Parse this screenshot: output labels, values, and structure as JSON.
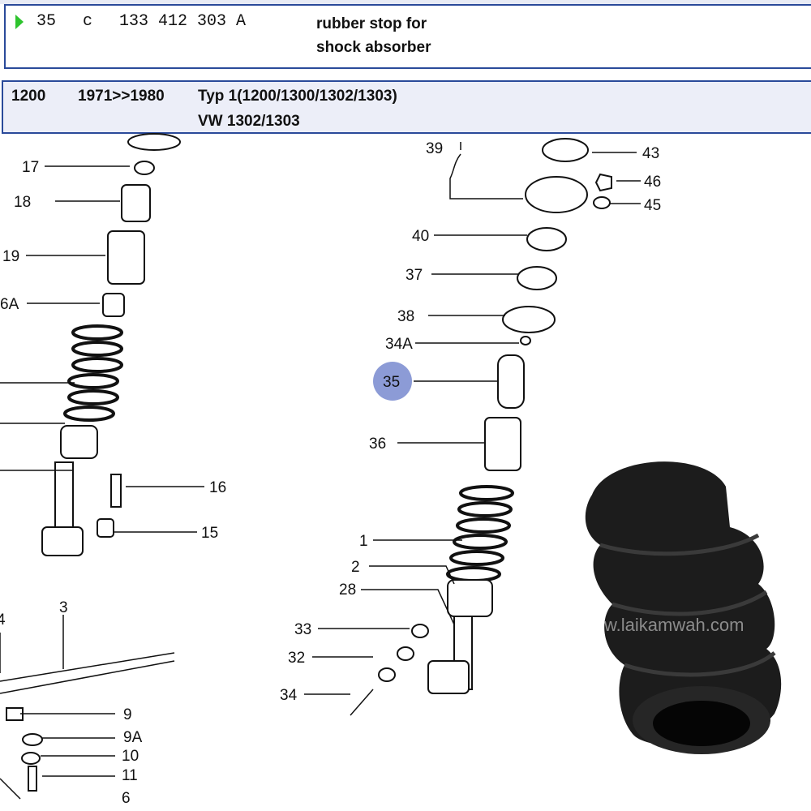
{
  "selected_part": {
    "position": "35",
    "code": "c",
    "part_number": "133 412 303 A",
    "description_line1": "rubber stop for",
    "description_line2": "shock absorber"
  },
  "model_info": {
    "engine": "1200",
    "years": "1971>>1980",
    "type_line1": "Typ 1(1200/1300/1302/1303)",
    "type_line2": "VW 1302/1303"
  },
  "diagram": {
    "left_labels": [
      "17",
      "18",
      "19",
      "6A",
      "16",
      "15",
      "3",
      "4",
      "9",
      "9A",
      "10",
      "11",
      "6"
    ],
    "right_labels": [
      "39",
      "43",
      "46",
      "45",
      "40",
      "37",
      "38",
      "34A",
      "35",
      "36",
      "1",
      "2",
      "28",
      "33",
      "32",
      "34"
    ],
    "highlight_label": "35",
    "highlight_color": "#8c9bd6"
  },
  "photo": {
    "watermark": "w.laikamwah.com"
  }
}
